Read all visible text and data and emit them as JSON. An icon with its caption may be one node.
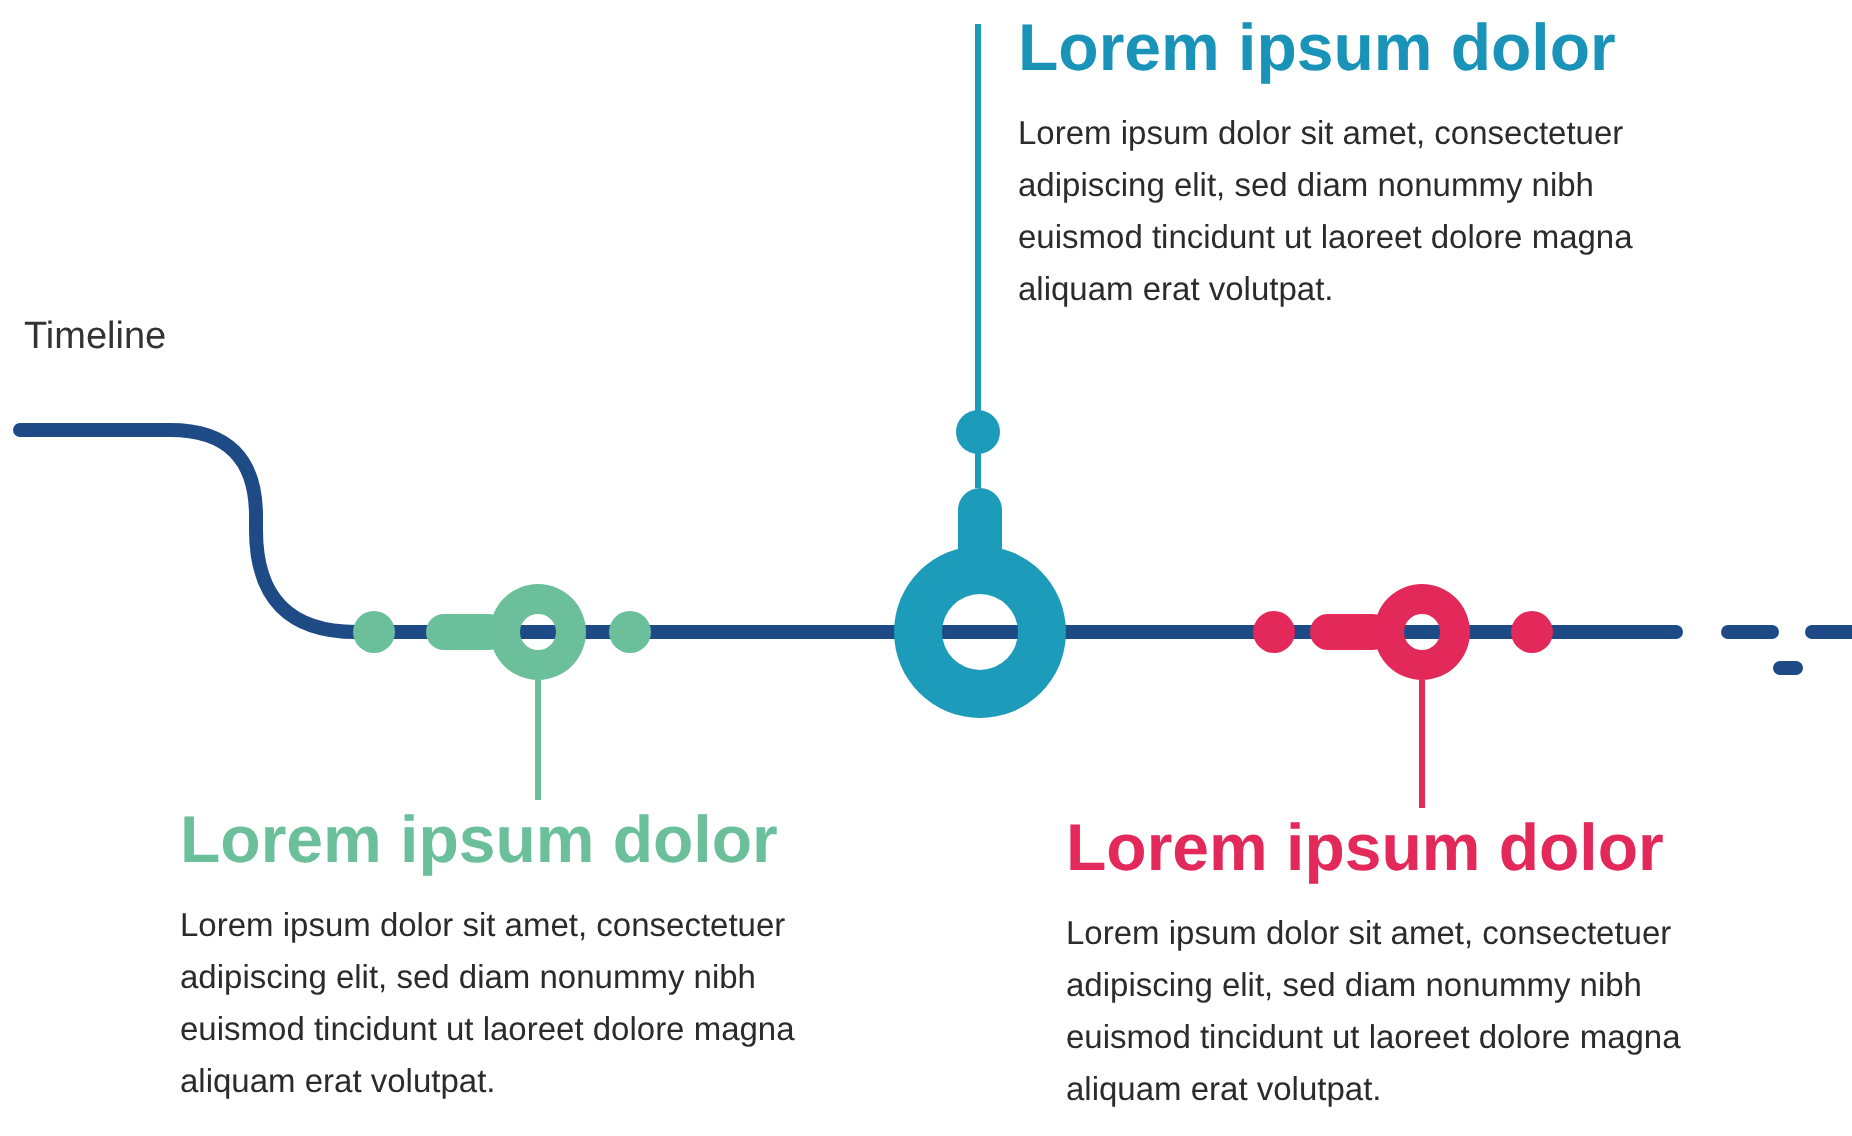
{
  "diagram": {
    "nodes": [
      {
        "text": [
          "Lorem ipsum dolor",
          "Lorem ipsum dolor sit amet, consectetuer adipiscing elit, sed diam nonummy nibh euismod tincidunt ut laoreet dolore magna aliquam erat volutpat."
        ]
      },
      {
        "text": [],
        "shape": "circle"
      },
      {
        "text": [],
        "shape": "circle"
      },
      {
        "text": [],
        "shape": "circle"
      },
      {
        "text": [
          "Lorem ipsum dolor",
          "Lorem ipsum dolor sit amet, consectetuer adipiscing elit, sed diam nonummy nibh euismod tincidunt ut laoreet dolore magna aliquam erat volutpat."
        ]
      },
      {
        "text": [
          "Lorem ipsum dolor",
          "Lorem ipsum dolor sit amet, consectetuer adipiscing elit, sed diam nonummy nibh euismod tincidunt ut laoreet dolore magna aliquam erat volutpat."
        ]
      }
    ],
    "edges": [
      {
        "from": 2,
        "to": 0,
        "arrow": "none",
        "color": "#1c9bba"
      },
      {
        "from": 1,
        "to": 4,
        "arrow": "none",
        "color": "#6bbf9a"
      },
      {
        "from": 3,
        "to": 5,
        "arrow": "none",
        "color": "#e3285a"
      }
    ],
    "labels": [
      "Timeline"
    ]
  }
}
